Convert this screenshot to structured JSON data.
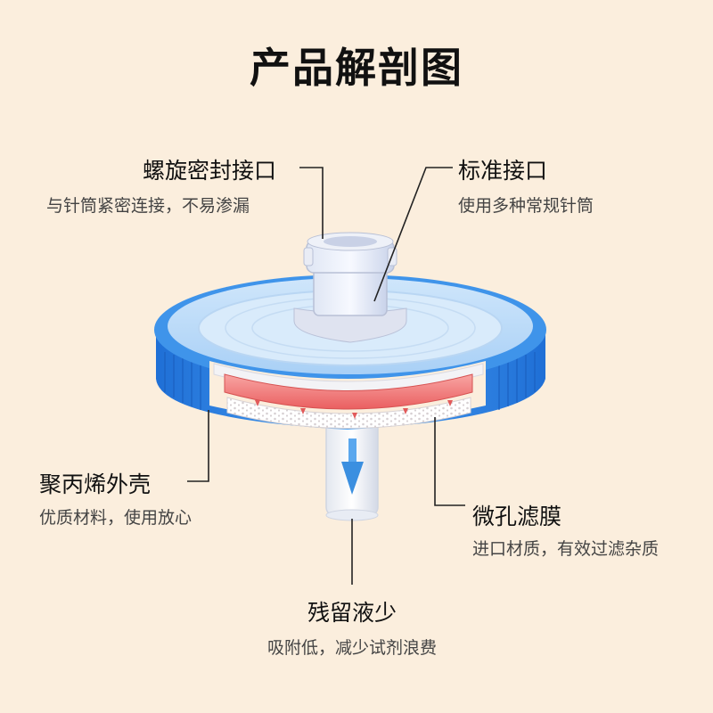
{
  "title": "产品解剖图",
  "labels": {
    "thread": {
      "title": "螺旋密封接口",
      "desc": "与针筒紧密连接，不易渗漏"
    },
    "standard": {
      "title": "标准接口",
      "desc": "使用多种常规针筒"
    },
    "shell": {
      "title": "聚丙烯外壳",
      "desc": "优质材料，使用放心"
    },
    "membrane": {
      "title": "微孔滤膜",
      "desc": "进口材质，有效过滤杂质"
    },
    "residual": {
      "title": "残留液少",
      "desc": "吸附低，减少试剂浪费"
    }
  },
  "colors": {
    "background": "#fbeedd",
    "shell_blue": "#2f86e6",
    "membrane_red": "#f07a78",
    "flow_arrow": "#3b8fe0"
  }
}
